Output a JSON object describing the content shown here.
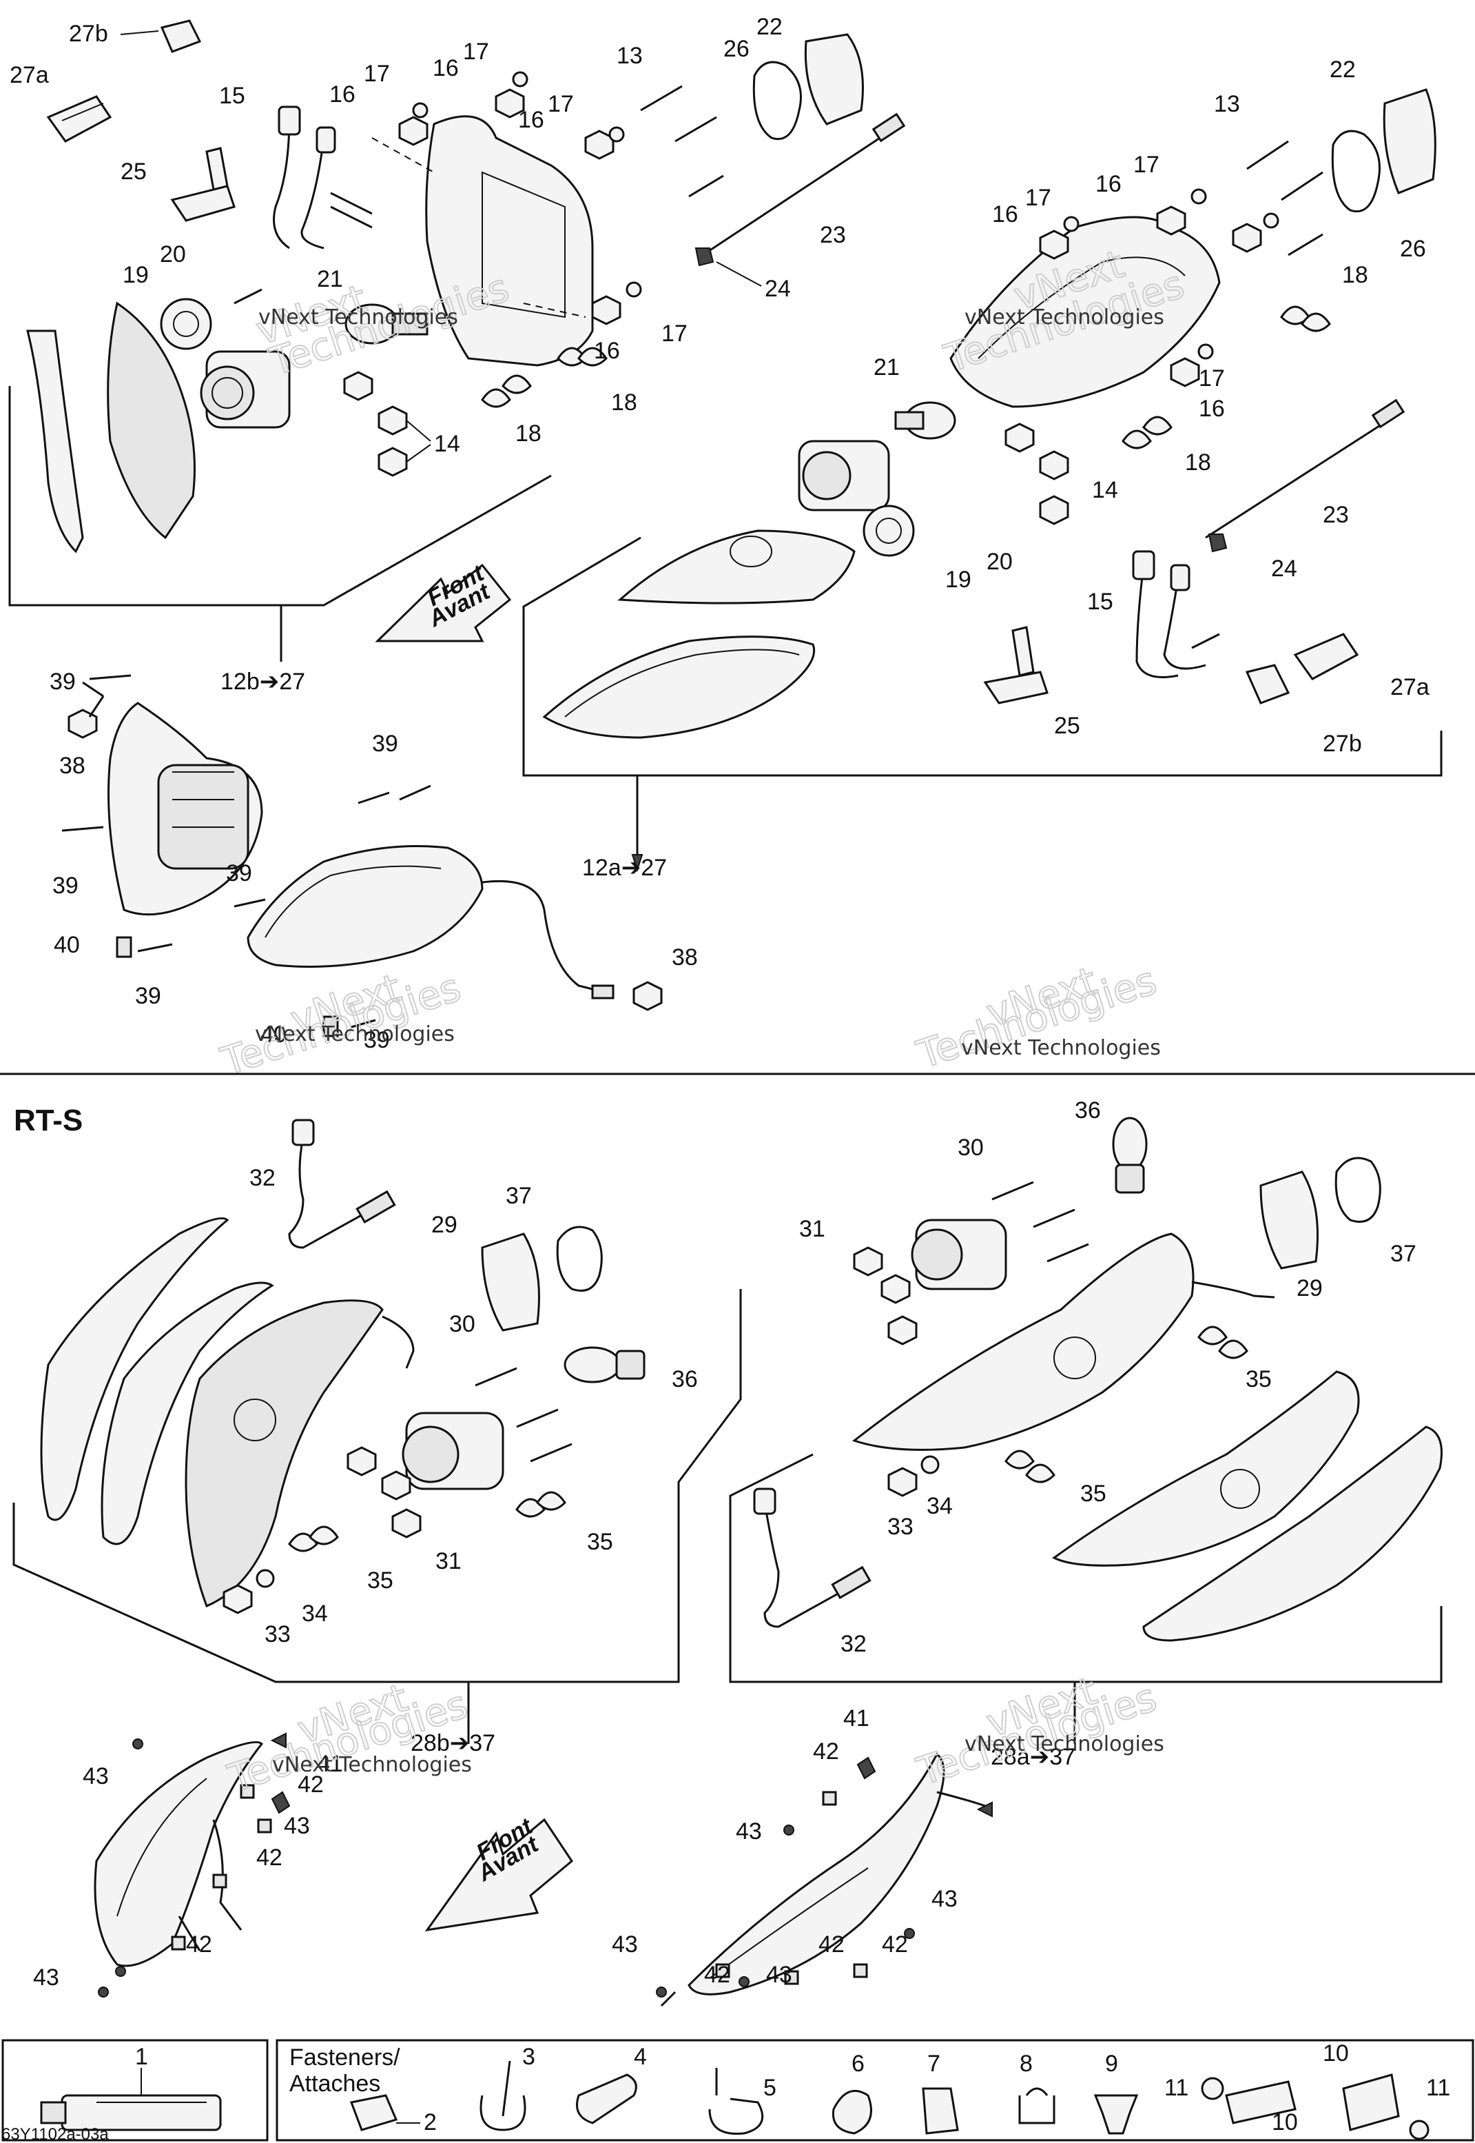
{
  "diagram": {
    "rts_label": "RT-S",
    "front_label_1": "Front",
    "front_label_2": "Avant",
    "fasteners_label_1": "Fasteners/",
    "fasteners_label_2": "Attaches",
    "watermark_1": "vNext Technologies",
    "watermark_2": "vNext",
    "watermark_3": "Technologies",
    "footer_ref": "63Y1102a-03a",
    "callouts": {
      "c1": "1",
      "c2": "2",
      "c3": "3",
      "c4": "4",
      "c5": "5",
      "c6": "6",
      "c7": "7",
      "c8": "8",
      "c9": "9",
      "c10": "10",
      "c11": "11",
      "c12a": "12a➔27",
      "c12b": "12b➔27",
      "c13": "13",
      "c14": "14",
      "c15": "15",
      "c16": "16",
      "c17": "17",
      "c18": "18",
      "c19": "19",
      "c20": "20",
      "c21": "21",
      "c22": "22",
      "c23": "23",
      "c24": "24",
      "c25": "25",
      "c26": "26",
      "c27a": "27a",
      "c27b": "27b",
      "c28a": "28a➔37",
      "c28b": "28b➔37",
      "c29": "29",
      "c30": "30",
      "c31": "31",
      "c32": "32",
      "c33": "33",
      "c34": "34",
      "c35": "35",
      "c36": "36",
      "c37": "37",
      "c38": "38",
      "c39": "39",
      "c40": "40",
      "c41": "41",
      "c42": "42",
      "c43": "43"
    }
  }
}
